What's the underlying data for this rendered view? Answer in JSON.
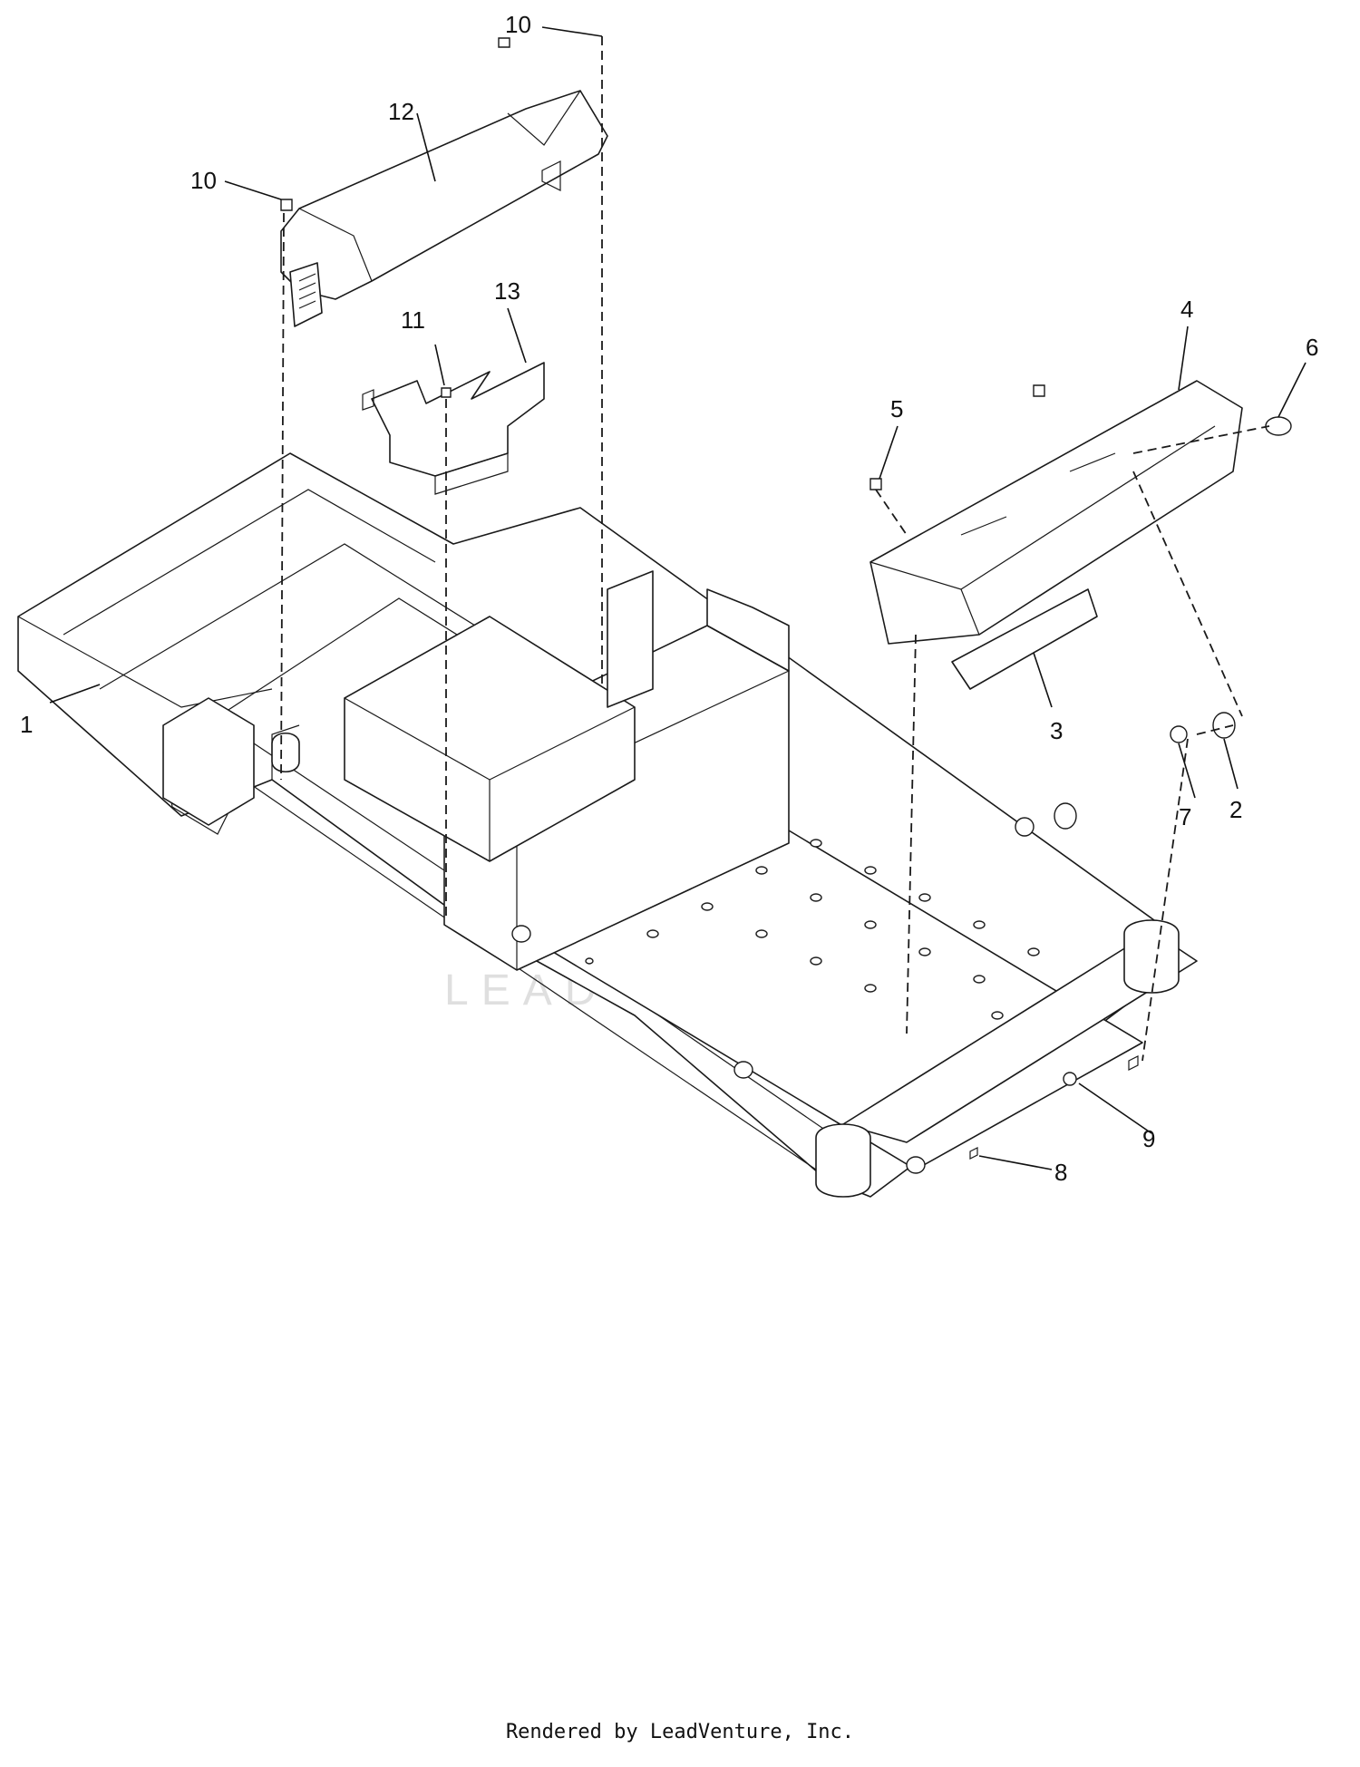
{
  "callouts": [
    {
      "id": "c1",
      "text": "1"
    },
    {
      "id": "c2",
      "text": "2"
    },
    {
      "id": "c3",
      "text": "3"
    },
    {
      "id": "c4",
      "text": "4"
    },
    {
      "id": "c5",
      "text": "5"
    },
    {
      "id": "c6",
      "text": "6"
    },
    {
      "id": "c7",
      "text": "7"
    },
    {
      "id": "c8",
      "text": "8"
    },
    {
      "id": "c9",
      "text": "9"
    },
    {
      "id": "c10a",
      "text": "10"
    },
    {
      "id": "c10b",
      "text": "10"
    },
    {
      "id": "c11",
      "text": "11"
    },
    {
      "id": "c12",
      "text": "12"
    },
    {
      "id": "c13",
      "text": "13"
    }
  ],
  "watermark": {
    "text": "LEADVENTURE"
  },
  "footer": {
    "text": "Rendered by LeadVenture, Inc."
  }
}
